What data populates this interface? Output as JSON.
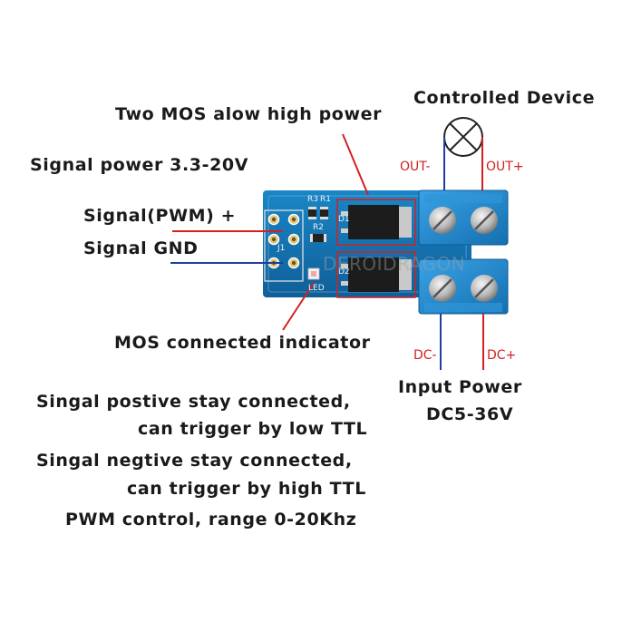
{
  "labels": {
    "controlled_device": "Controlled Device",
    "two_mos": "Two MOS alow high power",
    "signal_power": "Signal power 3.3-20V",
    "signal_pwm": "Signal(PWM) +",
    "signal_gnd": "Signal GND",
    "mos_indicator": "MOS connected indicator",
    "input_power_1": "Input Power",
    "input_power_2": "DC5-36V",
    "note_pos_1": "Singal postive stay connected,",
    "note_pos_2": "can trigger by low TTL",
    "note_neg_1": "Singal negtive stay connected,",
    "note_neg_2": "can trigger by high TTL",
    "pwm_range": "PWM control, range 0-20Khz"
  },
  "terminals": {
    "out_minus": "OUT-",
    "out_plus": "OUT+",
    "dc_minus": "DC-",
    "dc_plus": "DC+"
  },
  "board": {
    "r3": "R3",
    "r1": "R1",
    "r2": "R2",
    "d1": "D1",
    "d2": "D2",
    "led": "LED",
    "j1": "J1",
    "watermark": "DEROIDRAGON"
  },
  "colors": {
    "pcb": "#1476b6",
    "terminal": "#1e8ad0",
    "red_wire": "#d42020",
    "blue_wire": "#1f3fa0",
    "text": "#1a1a1a"
  }
}
